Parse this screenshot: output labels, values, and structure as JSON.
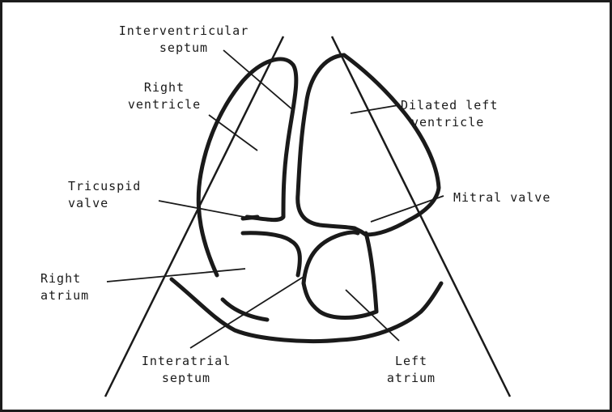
{
  "diagram": {
    "labels": {
      "interventricular_septum": [
        "Interventricular",
        "septum"
      ],
      "right_ventricle": [
        "Right",
        "ventricle"
      ],
      "dilated_left_ventricle": [
        "Dilated left",
        "ventricle"
      ],
      "tricuspid_valve": [
        "Tricuspid",
        "valve"
      ],
      "mitral_valve": [
        "Mitral valve"
      ],
      "right_atrium": [
        "Right",
        "atrium"
      ],
      "interatrial_septum": [
        "Interatrial",
        "septum"
      ],
      "left_atrium": [
        "Left",
        "atrium"
      ]
    },
    "colors": {
      "ink": "#1a1a1a",
      "background": "#ffffff"
    }
  }
}
